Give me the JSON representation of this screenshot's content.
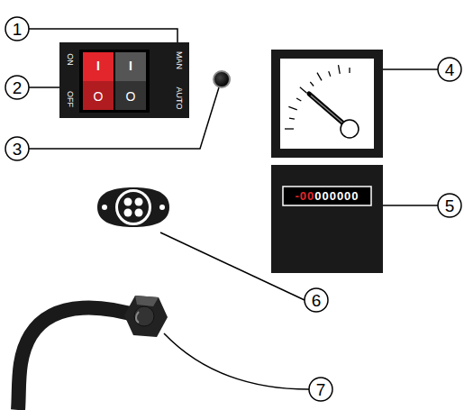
{
  "diagram": {
    "labels": [
      "1",
      "2",
      "3",
      "4",
      "5",
      "6",
      "7",
      "ON",
      "OFF",
      "MAN",
      "AUTO",
      "I",
      "O",
      "I",
      "O",
      "-00",
      "000000"
    ]
  }
}
